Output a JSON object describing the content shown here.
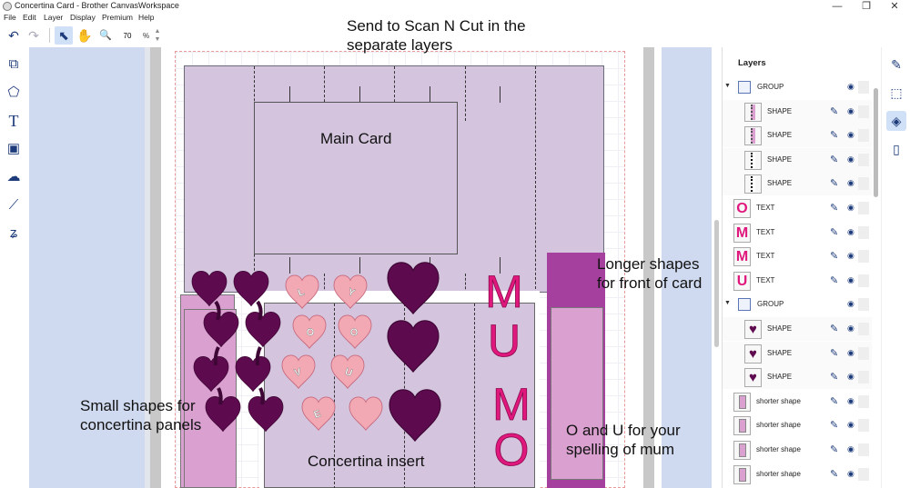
{
  "window": {
    "title": "Concertina Card - Brother CanvasWorkspace",
    "minimize": "—",
    "maximize": "❐",
    "close": "✕"
  },
  "menu": [
    "File",
    "Edit",
    "Layer",
    "Display",
    "Premium",
    "Help"
  ],
  "toolbar": {
    "undo": "↶",
    "redo": "↷",
    "select": "⬉",
    "pan": "✋",
    "zoom_icon": "🔍",
    "zoom_value": "70",
    "zoom_unit": "%"
  },
  "left_tools": [
    "object-edit-icon",
    "shapes-icon",
    "text-icon",
    "image-trace-icon",
    "pattern-icon",
    "line-icon",
    "pen-icon"
  ],
  "canvas": {
    "annotations": {
      "top": "Send to Scan N Cut in the\nseparate layers",
      "main_card": "Main Card",
      "longer_shapes": "Longer shapes\nfor front of card",
      "small_shapes": "Small shapes for\nconcertina panels",
      "concertina_insert": "Concertina insert",
      "o_and_u": "O and U for your\nspelling of mum"
    },
    "hearts_letters": [
      "L",
      "O",
      "V",
      "E",
      "Y",
      "O",
      "U"
    ],
    "mum_letters": [
      "M",
      "U",
      "M",
      "O"
    ],
    "colors": {
      "card": "#d4c4de",
      "dark_heart": "#5e0a4f",
      "pink_heart": "#f2a9b4",
      "mum": "#e0187e",
      "panel_pink": "#d9a0d0",
      "panel_dark": "#a6409f"
    }
  },
  "layers": {
    "title": "Layers",
    "rows": [
      {
        "type": "group",
        "label": "GROUP"
      },
      {
        "type": "child",
        "label": "SHAPE",
        "thumb": "pink-strip"
      },
      {
        "type": "child",
        "label": "SHAPE",
        "thumb": "pink-strip"
      },
      {
        "type": "child",
        "label": "SHAPE",
        "thumb": "dark-strip"
      },
      {
        "type": "child",
        "label": "SHAPE",
        "thumb": "dark-strip"
      },
      {
        "type": "item",
        "label": "TEXT",
        "thumb": "O"
      },
      {
        "type": "item",
        "label": "TEXT",
        "thumb": "M"
      },
      {
        "type": "item",
        "label": "TEXT",
        "thumb": "M"
      },
      {
        "type": "item",
        "label": "TEXT",
        "thumb": "U"
      },
      {
        "type": "group",
        "label": "GROUP"
      },
      {
        "type": "child",
        "label": "SHAPE",
        "thumb": "heart"
      },
      {
        "type": "child",
        "label": "SHAPE",
        "thumb": "heart"
      },
      {
        "type": "child",
        "label": "SHAPE",
        "thumb": "heart"
      },
      {
        "type": "item",
        "label": "shorter shape",
        "thumb": "panel"
      },
      {
        "type": "item",
        "label": "shorter shape",
        "thumb": "panel"
      },
      {
        "type": "item",
        "label": "shorter shape",
        "thumb": "panel"
      },
      {
        "type": "item",
        "label": "shorter shape",
        "thumb": "panel"
      }
    ]
  },
  "right_tools": [
    "brush-icon",
    "transform-icon",
    "layers-icon",
    "document-icon"
  ]
}
